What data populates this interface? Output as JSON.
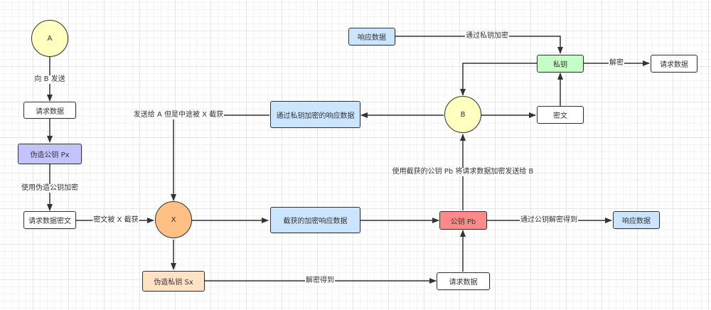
{
  "colors": {
    "yellow": "#ffffc0",
    "purple": "#c3c3ff",
    "orange": "#ffc085",
    "peach": "#ffe1c4",
    "blue": "#cce5ff",
    "green": "#c5ffc5",
    "red": "#ff8a8a",
    "white": "#ffffff",
    "stroke": "#333333"
  },
  "nodes": {
    "a": "A",
    "a_request": "请求数据",
    "fake_public_key": "伪造公钥 Px",
    "request_cipher": "请求数据密文",
    "x": "X",
    "fake_private_key": "伪造私钥 Sx",
    "x_request": "请求数据",
    "intercepted_response": "截获的加密响应数据",
    "public_key_pb": "公钥 Pb",
    "x_response": "响应数据",
    "b": "B",
    "encrypted_response": "通过私钥加密的响应数据",
    "b_response": "响应数据",
    "private_key": "私钥",
    "ciphertext": "密文",
    "b_request": "请求数据"
  },
  "edges": {
    "a_send_to_b": "向 B 发送",
    "encrypt_with_fake_key": "使用伪造公钥加密",
    "intercepted_by_x": "密文被 X 截获",
    "send_to_a_intercepted": "发送给 A 但是中途被 X 截获",
    "decrypt_get": "解密得到",
    "use_pb_send_to_b": "使用截获的公钥 Pb 将请求数据加密发送给 B",
    "decrypt_with_public": "通过公钥解密得到",
    "encrypt_with_private": "通过私钥加密",
    "decrypt": "解密"
  }
}
